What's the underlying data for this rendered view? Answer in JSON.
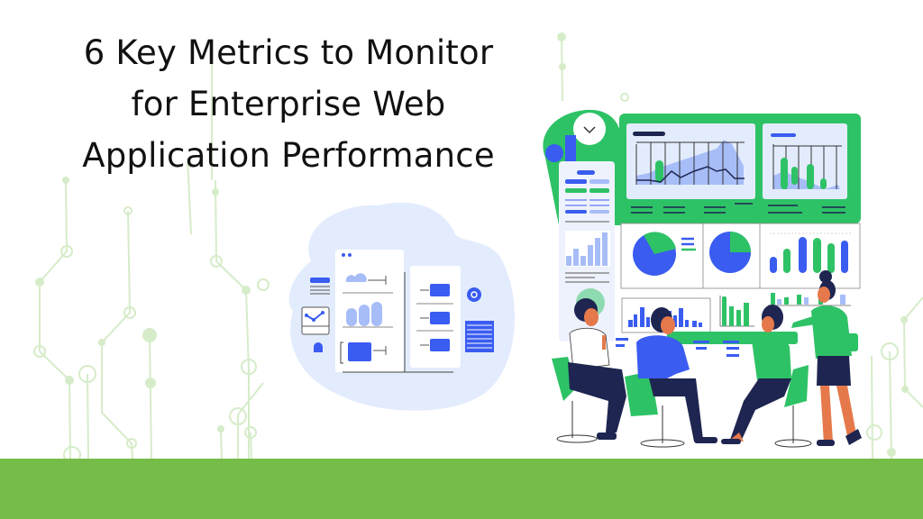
{
  "title": {
    "lines": [
      "6 Key Metrics to Monitor",
      "for Enterprise Web",
      "Application Performance"
    ]
  },
  "colors": {
    "accent_green": "#2ec266",
    "footer_green": "#76bc48",
    "circuit_green": "#d6ecc9",
    "blue": "#3a5cf0",
    "light_blue": "#e3ecfd",
    "navy": "#1e2550",
    "skin": "#e5794b"
  },
  "illustration": {
    "left_cloud": {
      "elements": [
        "cloud-icon",
        "bar-chart-icon",
        "toggle-blocks",
        "line-chart-card",
        "target-icon",
        "document-lines-icon",
        "lock-icon"
      ]
    },
    "dashboard": {
      "panels": [
        "line-area-chart",
        "candlestick-chart",
        "pie-chart-1",
        "pie-chart-2",
        "bar-chart",
        "side-bar-chart"
      ],
      "people_count": 4
    }
  }
}
